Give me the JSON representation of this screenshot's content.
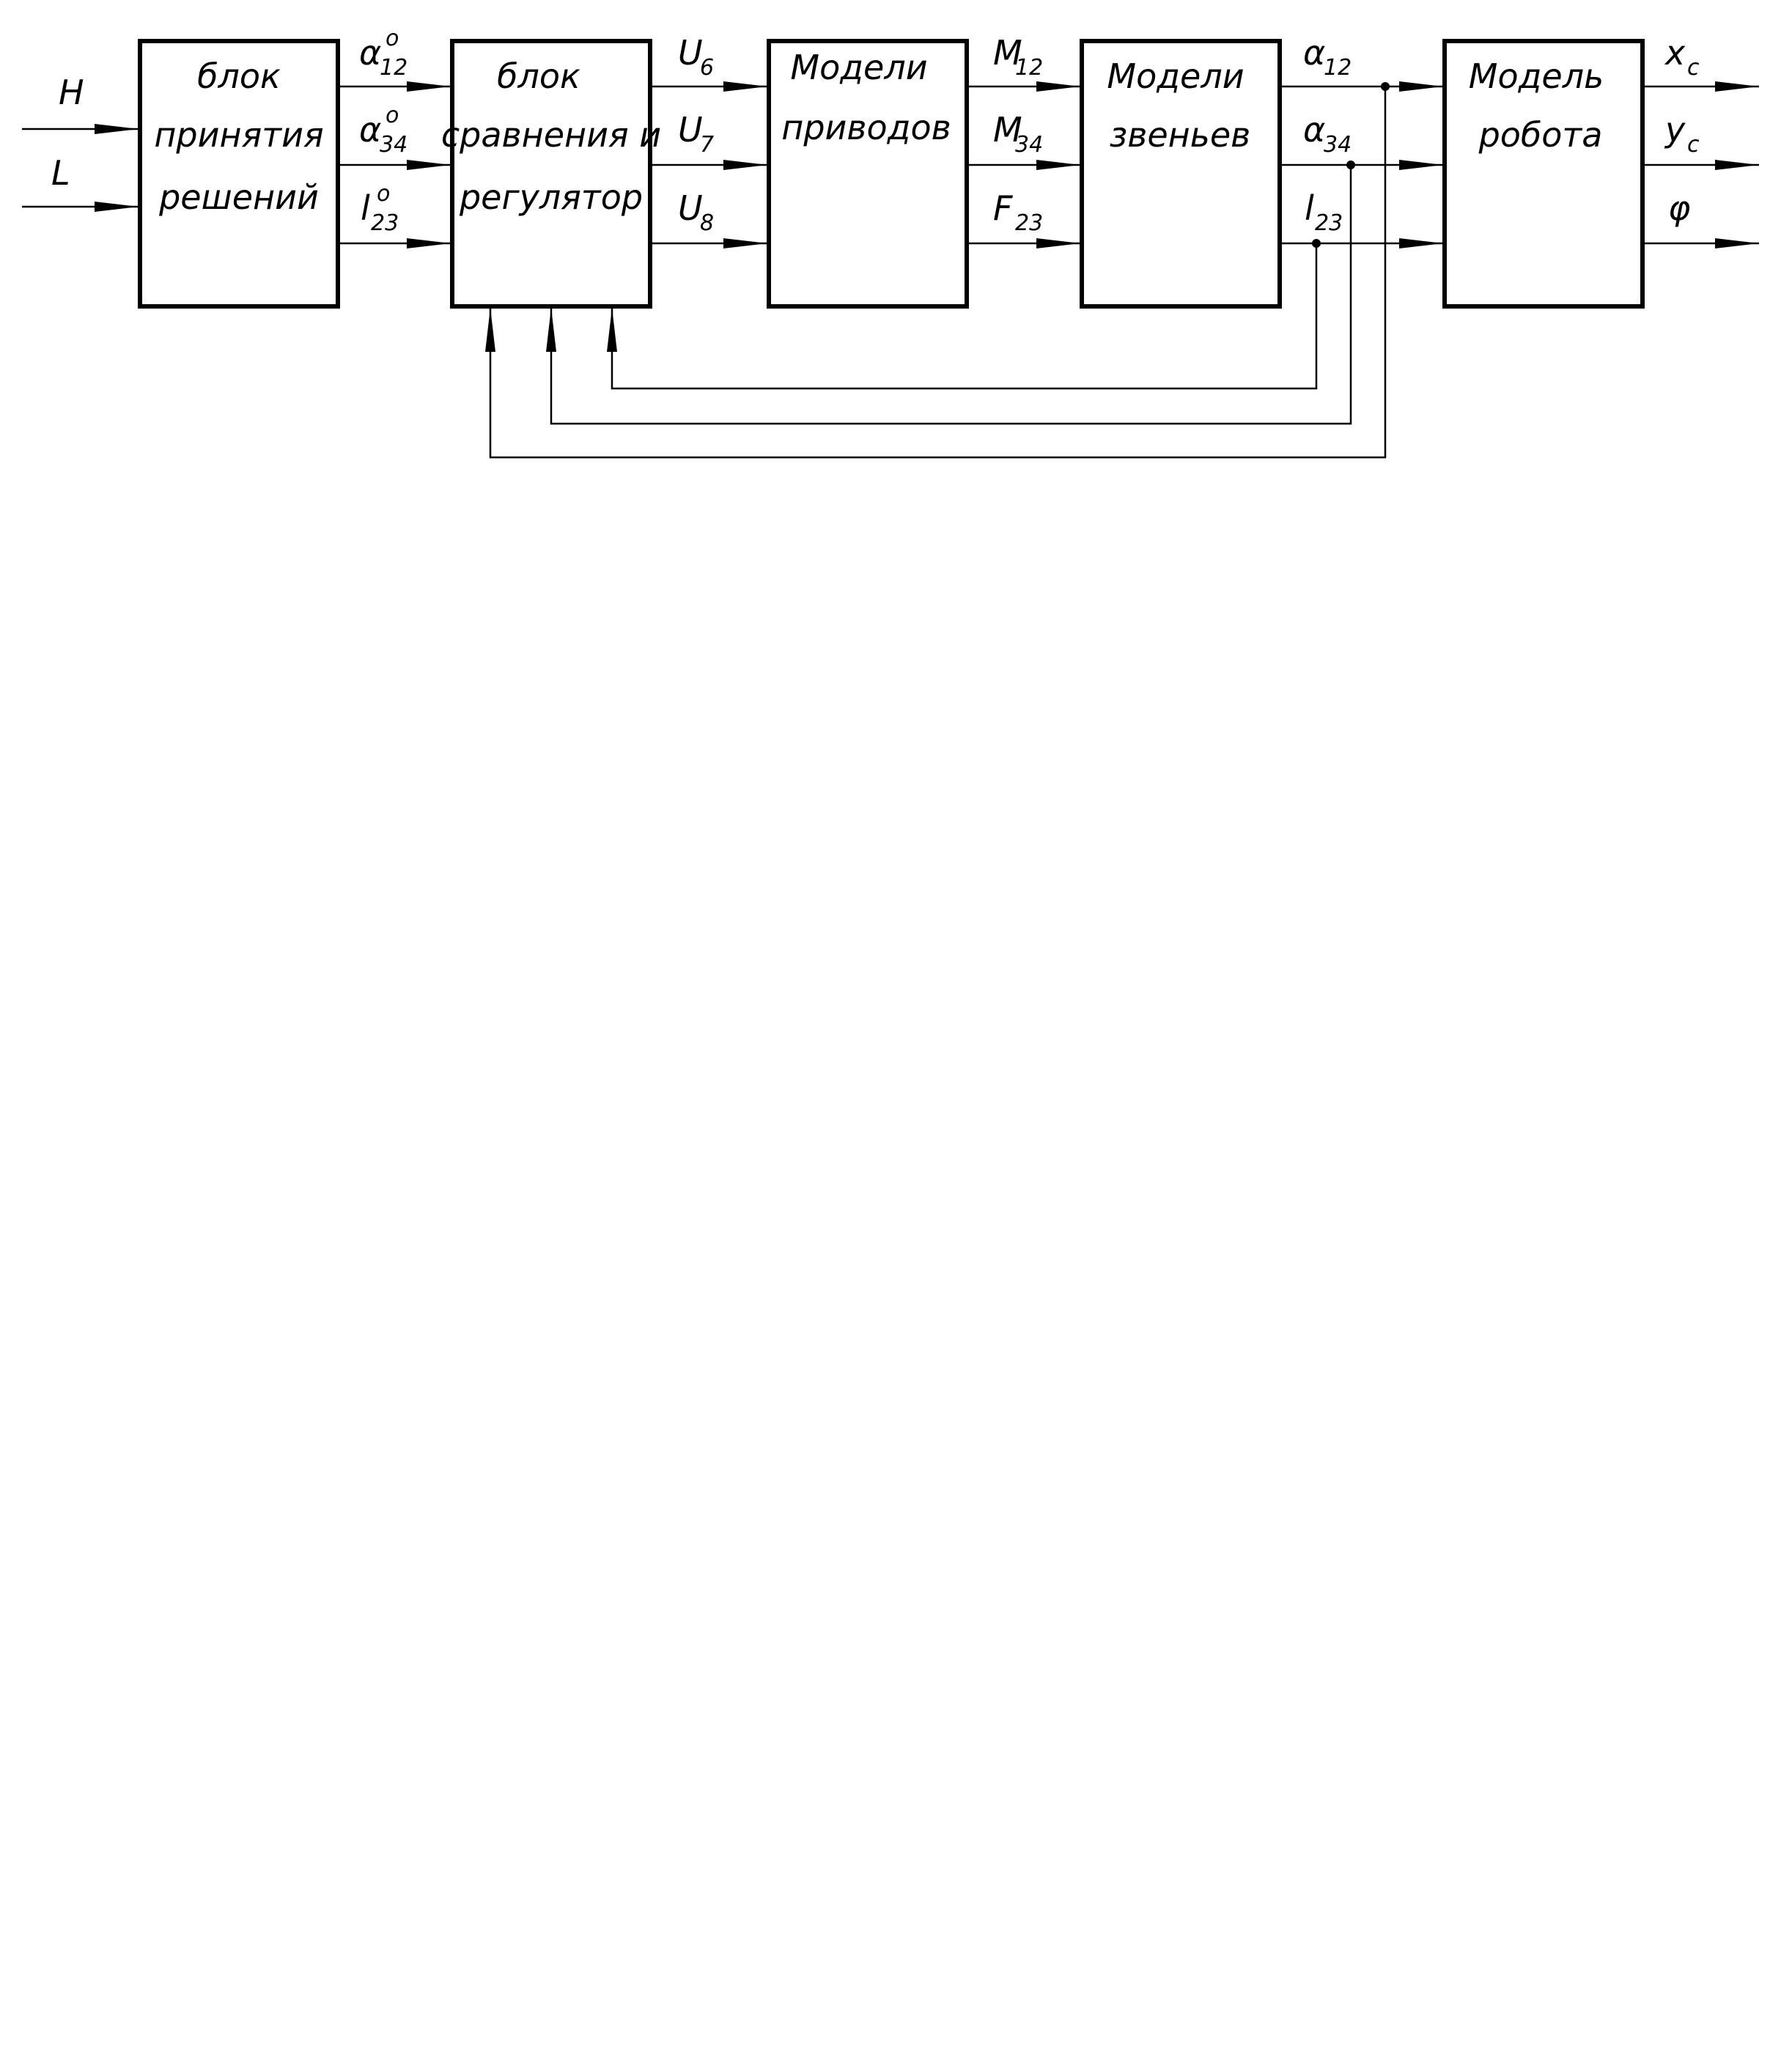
{
  "blocks": {
    "decision": {
      "lines": [
        "блок",
        "принятия",
        "решений"
      ]
    },
    "comparator": {
      "lines": [
        "блок",
        "сравнения и",
        "регулятор"
      ]
    },
    "drives": {
      "lines": [
        "Модели",
        "приводов"
      ]
    },
    "links": {
      "lines": [
        "Модели",
        "звеньев"
      ]
    },
    "robot": {
      "lines": [
        "Модель",
        "робота"
      ]
    }
  },
  "signals": {
    "inputs": [
      {
        "base": "H",
        "sub": "",
        "sup": ""
      },
      {
        "base": "L",
        "sub": "",
        "sup": ""
      }
    ],
    "setpoints": [
      {
        "base": "α",
        "sub": "12",
        "sup": "o"
      },
      {
        "base": "α",
        "sub": "34",
        "sup": "o"
      },
      {
        "base": "l",
        "sub": "23",
        "sup": "o"
      }
    ],
    "controls": [
      {
        "base": "U",
        "sub": "6",
        "sup": ""
      },
      {
        "base": "U",
        "sub": "7",
        "sup": ""
      },
      {
        "base": "U",
        "sub": "8",
        "sup": ""
      }
    ],
    "forces": [
      {
        "base": "M",
        "sub": "12",
        "sup": ""
      },
      {
        "base": "M",
        "sub": "34",
        "sup": ""
      },
      {
        "base": "F",
        "sub": "23",
        "sup": ""
      }
    ],
    "coords": [
      {
        "base": "α",
        "sub": "12",
        "sup": ""
      },
      {
        "base": "α",
        "sub": "34",
        "sup": ""
      },
      {
        "base": "l",
        "sub": "23",
        "sup": ""
      }
    ],
    "outputs": [
      {
        "base": "x",
        "sub": "c",
        "sup": ""
      },
      {
        "base": "y",
        "sub": "c",
        "sup": ""
      },
      {
        "base": "φ",
        "sub": "",
        "sup": ""
      }
    ]
  }
}
